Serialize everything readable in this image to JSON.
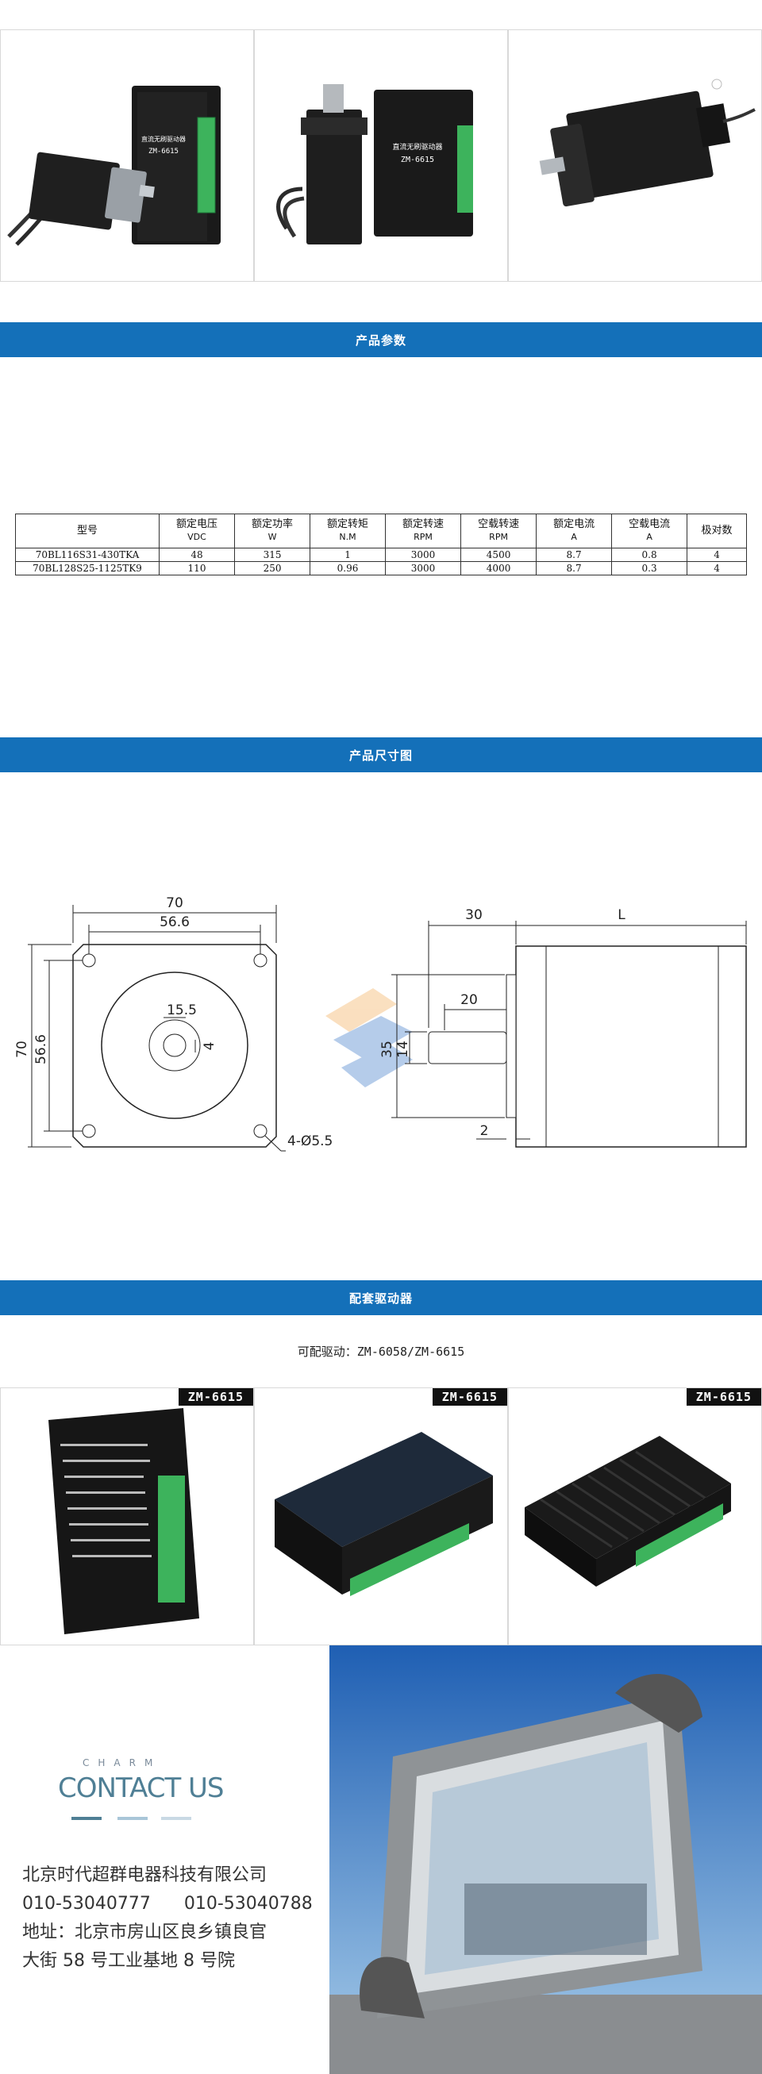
{
  "top_photos": [
    {
      "alt": "motor-with-driver-side",
      "driver_model": "ZM-6615",
      "driver_title": "直流无刷驱动器"
    },
    {
      "alt": "motor-vertical-with-driver",
      "driver_model": "ZM-6615",
      "driver_title": "直流无刷驱动器"
    },
    {
      "alt": "motor-alone"
    }
  ],
  "sections": {
    "params": "产品参数",
    "dimensions": "产品尺寸图",
    "drivers": "配套驱动器"
  },
  "table": {
    "headers": [
      {
        "name": "型号",
        "unit": ""
      },
      {
        "name": "额定电压",
        "unit": "VDC"
      },
      {
        "name": "额定功率",
        "unit": "W"
      },
      {
        "name": "额定转矩",
        "unit": "N.M"
      },
      {
        "name": "额定转速",
        "unit": "RPM"
      },
      {
        "name": "空载转速",
        "unit": "RPM"
      },
      {
        "name": "额定电流",
        "unit": "A"
      },
      {
        "name": "空载电流",
        "unit": "A"
      },
      {
        "name": "极对数",
        "unit": ""
      }
    ],
    "rows": [
      [
        "70BL116S31-430TKA",
        "48",
        "315",
        "1",
        "3000",
        "4500",
        "8.7",
        "0.8",
        "4"
      ],
      [
        "70BL128S25-1125TK9",
        "110",
        "250",
        "0.96",
        "3000",
        "4000",
        "8.7",
        "0.3",
        "4"
      ]
    ]
  },
  "drawing": {
    "front": {
      "width_total": "70",
      "hole_pitch": "56.6",
      "boss_dia": "15.5",
      "flat": "4",
      "height_total": "70",
      "height_pitch": "56.6",
      "holes": "4-Ø5.5"
    },
    "side": {
      "shaft_len": "30",
      "body_len": "L",
      "flat_len": "20",
      "boss": "35",
      "shaft": "14",
      "step": "2"
    }
  },
  "drivers": {
    "note": "可配驱动：ZM-6058/ZM-6615",
    "tags": [
      "ZM-6615",
      "ZM-6615",
      "ZM-6615"
    ]
  },
  "contact": {
    "charm": "CHARM",
    "title": "CONTACT US",
    "company": "北京时代超群电器科技有限公司",
    "phones": "010-53040777      010-53040788",
    "address1": "地址：北京市房山区良乡镇良官",
    "address2": "大街 58 号工业基地 8 号院"
  },
  "colors": {
    "brand_blue": "#1470b9",
    "contact_teal": "#4f7f95",
    "driver_green": "#3db35c"
  }
}
